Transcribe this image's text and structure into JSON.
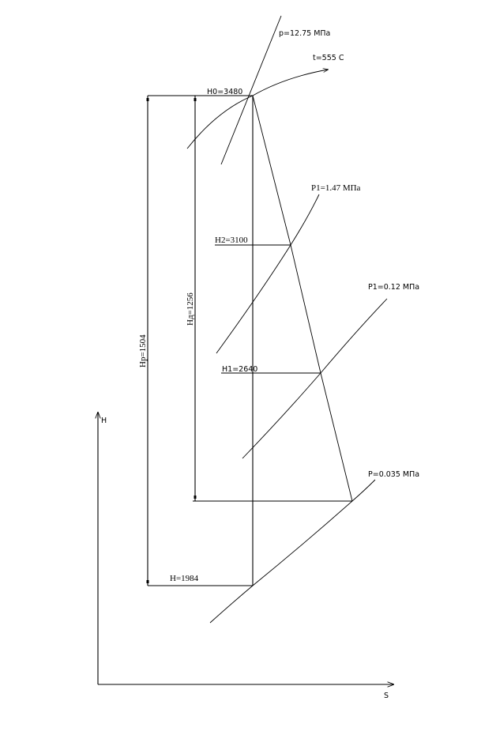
{
  "title": "h-s diagram of steam expansion process",
  "labels": {
    "p0": "p=12.75 МПа",
    "t0": "t=555 C",
    "h0": "H0=3480",
    "p1_high": "P1=1.47 МПа",
    "h2": "H2=3100",
    "p1_low": "P1=0.12 МПа",
    "h1": "H1=2640",
    "pk": "P=0.035 МПа",
    "hk": "H=1984",
    "hd": "Hд=1256",
    "hp": "Hp=1504",
    "axis_h": "H",
    "axis_s": "S"
  },
  "values": {
    "H0": 3480,
    "H2": 3100,
    "H1": 2640,
    "H": 1984,
    "Hd": 1256,
    "Hp": 1504,
    "p0_MPa": 12.75,
    "t0_C": 555,
    "p1_MPa": 1.47,
    "p2_MPa": 0.12,
    "pk_MPa": 0.035
  }
}
